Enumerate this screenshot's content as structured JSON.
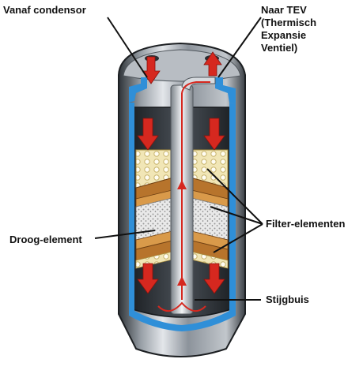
{
  "labels": {
    "inlet": "Vanaf condensor",
    "outlet": "Naar TEV\n(Thermisch\nExpansie\nVentiel)",
    "filters": "Filter-elementen",
    "desiccant": "Droog-element",
    "pickup_tube": "Stijgbuis"
  },
  "colors": {
    "steel_dark": "#3a3f45",
    "steel_mid": "#8a9098",
    "steel_light": "#d9dde2",
    "fluid_blue": "#2f8fd8",
    "flow_red": "#d6281f",
    "screen_cream": "#f1e6b6",
    "filter_brown": "#b7742c",
    "desiccant_gray": "#e6e6e6"
  },
  "icons": {
    "inlet_arrow": "arrow-down-icon",
    "outlet_arrow": "arrow-up-icon",
    "flow_arrows": "arrow-down-icon"
  }
}
